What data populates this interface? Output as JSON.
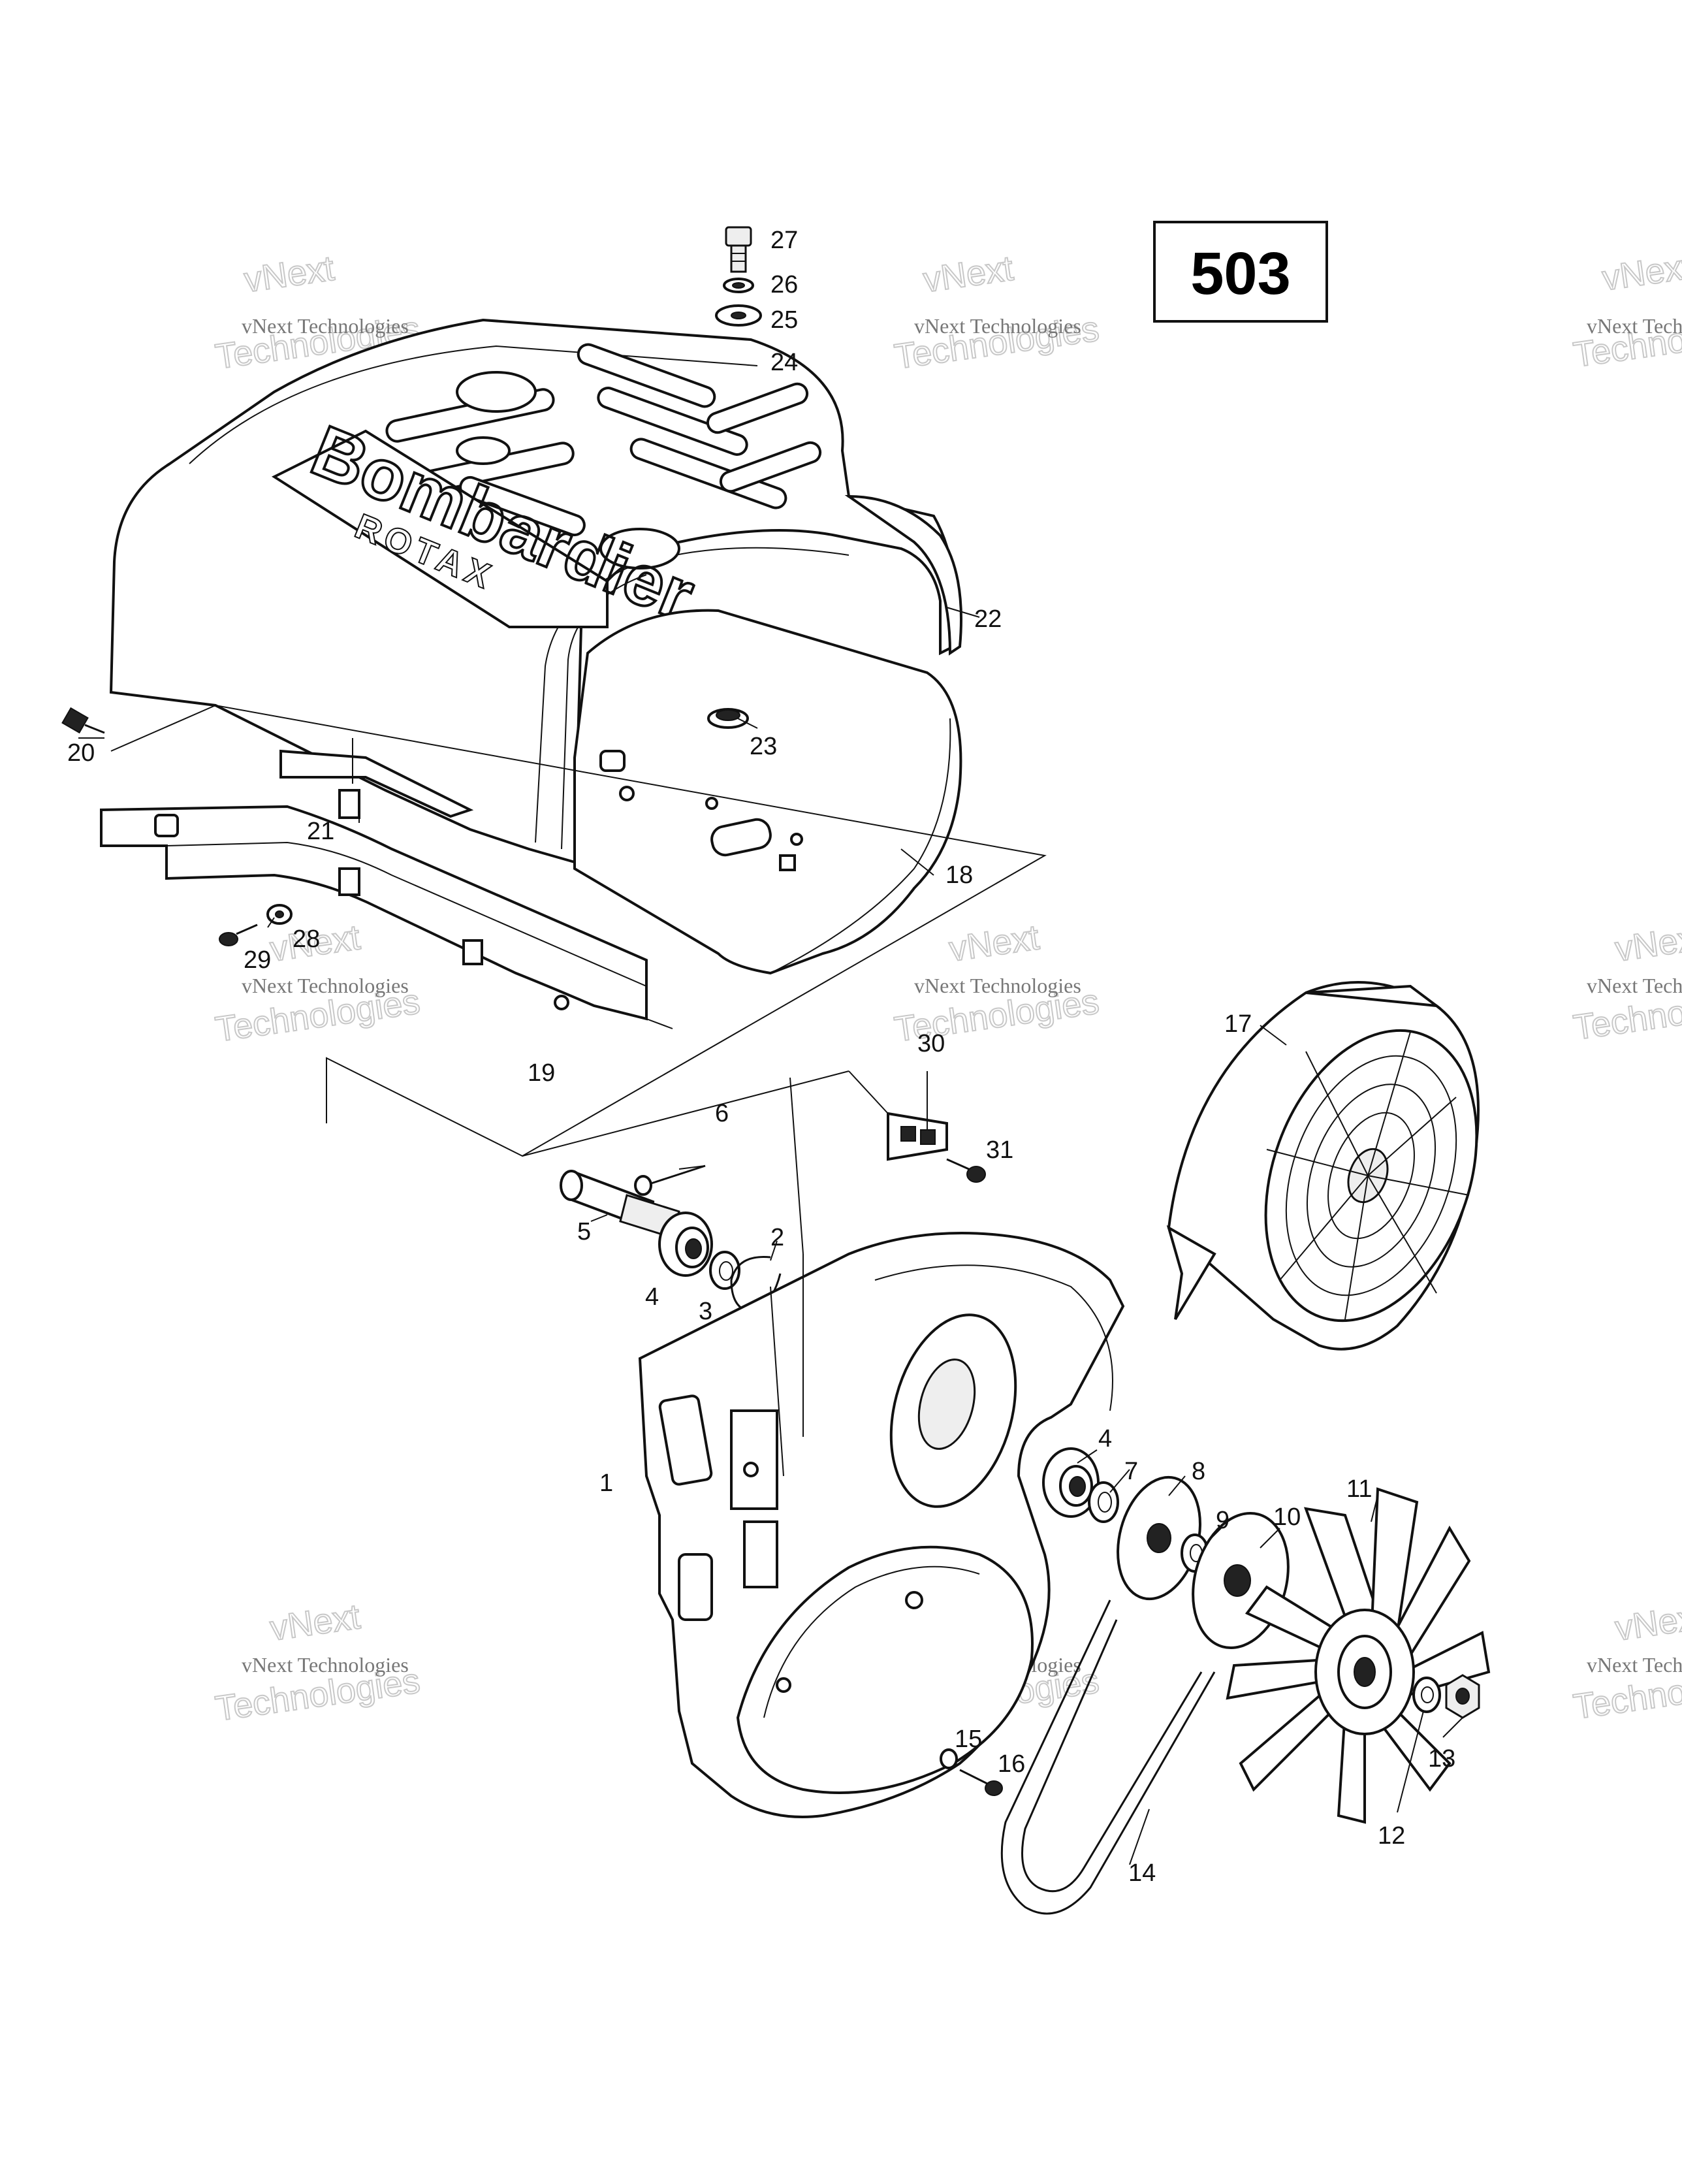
{
  "diagram_number": "503",
  "brand_logo": {
    "main": "Bombardier",
    "sub": "ROTAX"
  },
  "watermark": {
    "line1": "vNext Technologies",
    "line2": "vNext",
    "line3": "Technologies"
  },
  "callouts": [
    "1",
    "2",
    "3",
    "4",
    "5",
    "6",
    "7",
    "8",
    "9",
    "10",
    "11",
    "12",
    "13",
    "14",
    "15",
    "16",
    "17",
    "18",
    "19",
    "20",
    "21",
    "22",
    "23",
    "24",
    "25",
    "26",
    "27",
    "28",
    "29",
    "30",
    "31",
    "4"
  ]
}
